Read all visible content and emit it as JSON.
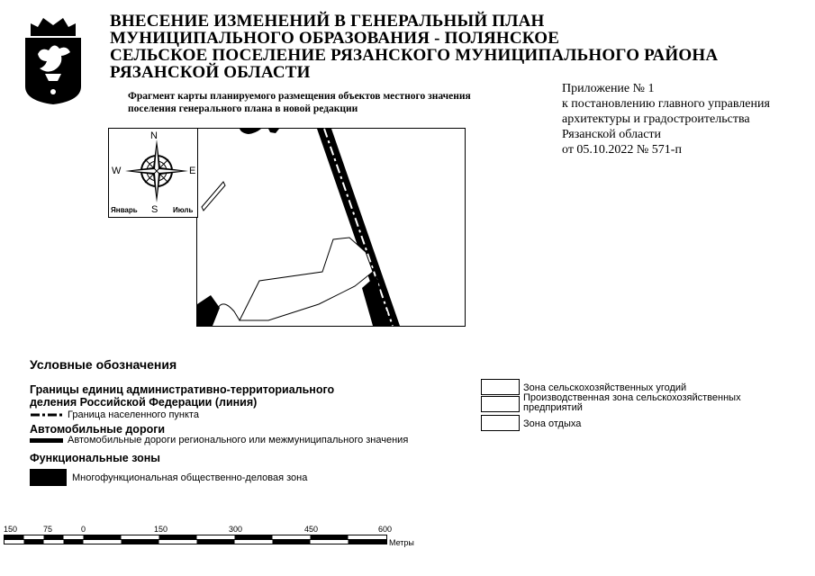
{
  "header": {
    "title_lines": [
      "ВНЕСЕНИЕ ИЗМЕНЕНИЙ В ГЕНЕРАЛЬНЫЙ ПЛАН",
      "МУНИЦИПАЛЬНОГО ОБРАЗОВАНИЯ - ПОЛЯНСКОЕ",
      "СЕЛЬСКОЕ ПОСЕЛЕНИЕ РЯЗАНСКОГО МУНИЦИПАЛЬНОГО РАЙОНА",
      "РЯЗАНСКОЙ ОБЛАСТИ"
    ],
    "subtitle_lines": [
      "Фрагмент карты планируемого размещения объектов местного значения",
      "поселения генерального плана в новой редакции"
    ]
  },
  "appendix": {
    "lines": [
      "Приложение № 1",
      "к постановлению главного управления",
      "архитектуры и градостроительства",
      "Рязанской области",
      "от 05.10.2022 № 571-п"
    ]
  },
  "compass": {
    "north": "N",
    "south": "S",
    "west": "W",
    "east": "E",
    "bottom_left": "Январь",
    "bottom_right": "Июль"
  },
  "legend": {
    "title": "Условные обозначения",
    "boundaries_heading_lines": [
      "Границы единиц административно-территориального",
      "деления Российской Федерации (линия)"
    ],
    "settlement_boundary": "Граница населенного пункта",
    "roads_heading": "Автомобильные дороги",
    "roads_item": "Автомобильные дороги регионального или межмуниципального значения",
    "zones_heading": "Функциональные зоны",
    "zone_business": "Многофункциональная общественно-деловая зона",
    "zone_agri_land": "Зона сельскохозяйственных угодий",
    "zone_agri_production_lines": [
      "Производственная зона сельскохозяйственных",
      "предприятий"
    ],
    "zone_recreation": "Зона отдыха"
  },
  "scale_bar": {
    "labels": [
      "150",
      "75",
      "0",
      "150",
      "300",
      "450",
      "600"
    ],
    "unit": "Метры"
  }
}
